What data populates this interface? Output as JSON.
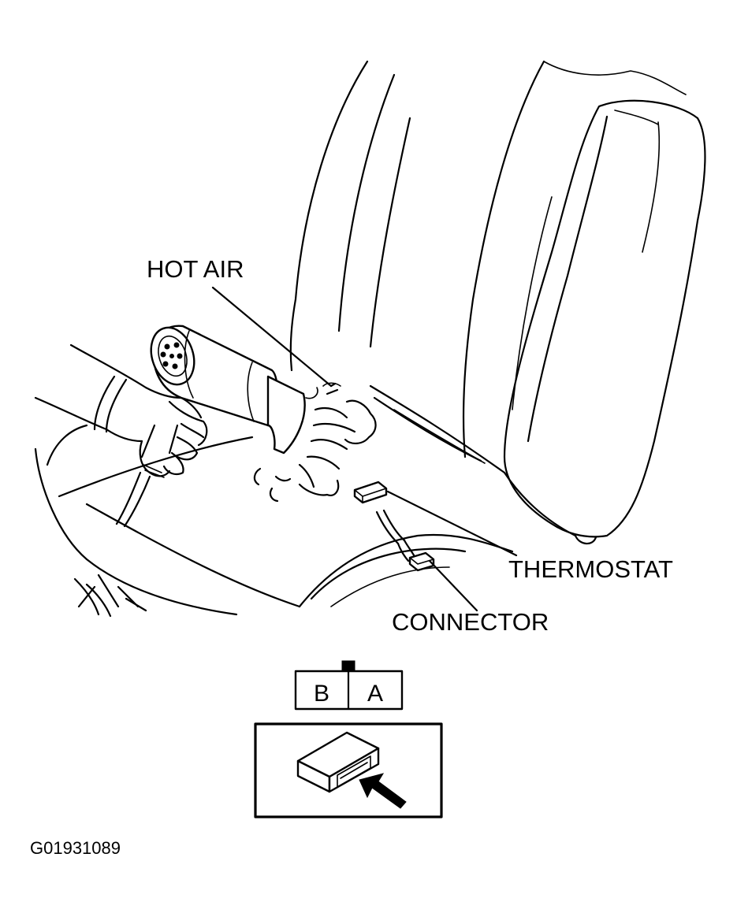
{
  "labels": {
    "hot_air": "HOT AIR",
    "thermostat": "THERMOSTAT",
    "connector": "CONNECTOR"
  },
  "connector_view": {
    "pin_left": "B",
    "pin_right": "A"
  },
  "figure_code": "G01931089",
  "icons": {
    "seat": "seat-cushion",
    "heat_gun": "heat-gun",
    "hand": "hand",
    "arrow": "arrow-icon"
  }
}
